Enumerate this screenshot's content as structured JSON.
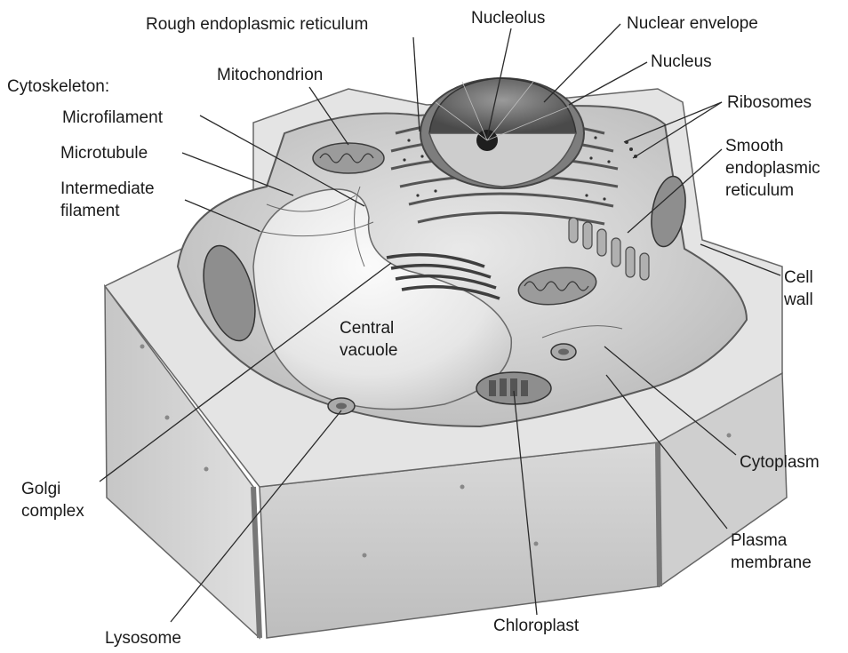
{
  "diagram": {
    "labels": {
      "rough_er": "Rough endoplasmic reticulum",
      "nucleolus": "Nucleolus",
      "nuclear_envelope": "Nuclear envelope",
      "nucleus": "Nucleus",
      "ribosomes": "Ribosomes",
      "smooth_er": "Smooth\nendoplasmic\nreticulum",
      "cytoskeleton": "Cytoskeleton:",
      "mitochondrion": "Mitochondrion",
      "microfilament": "Microfilament",
      "microtubule": "Microtubule",
      "intermediate_filament": "Intermediate\nfilament",
      "cell_wall": "Cell\nwall",
      "central_vacuole": "Central\nvacuole",
      "golgi_complex": "Golgi\ncomplex",
      "cytoplasm": "Cytoplasm",
      "plasma_membrane": "Plasma\nmembrane",
      "lysosome": "Lysosome",
      "chloroplast": "Chloroplast"
    }
  }
}
